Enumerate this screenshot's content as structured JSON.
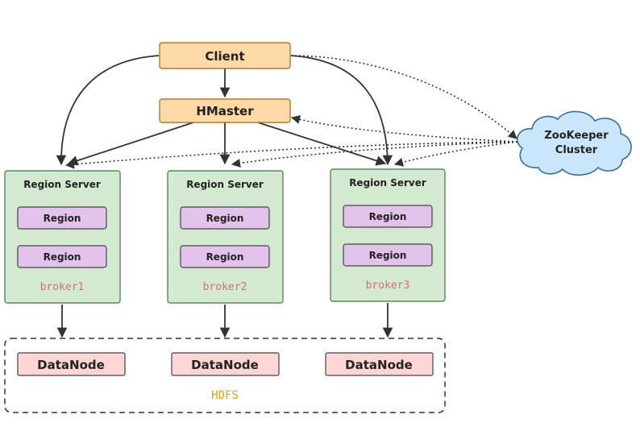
{
  "nodes": {
    "client": "Client",
    "hmaster": "HMaster",
    "zookeeper_line1": "ZooKeeper",
    "zookeeper_line2": "Cluster",
    "region_servers": [
      {
        "title": "Region Server",
        "regions": [
          "Region",
          "Region"
        ],
        "broker": "broker1"
      },
      {
        "title": "Region Server",
        "regions": [
          "Region",
          "Region"
        ],
        "broker": "broker2"
      },
      {
        "title": "Region Server",
        "regions": [
          "Region",
          "Region"
        ],
        "broker": "broker3"
      }
    ],
    "datanodes": [
      "DataNode",
      "DataNode",
      "DataNode"
    ],
    "hdfs": "HDFS"
  },
  "colors": {
    "orange_fill": "#fdd9a6",
    "orange_stroke": "#b07a2e",
    "green_fill": "#d3ead1",
    "green_stroke": "#5a8a5a",
    "purple_fill": "#e3c3ec",
    "pink_fill": "#fcd5d5",
    "broker_text": "#e26a6a",
    "hdfs_text": "#e6a100",
    "cloud_fill": "#c9e6fb",
    "cloud_stroke": "#3a6d97",
    "arrow": "#333333"
  }
}
